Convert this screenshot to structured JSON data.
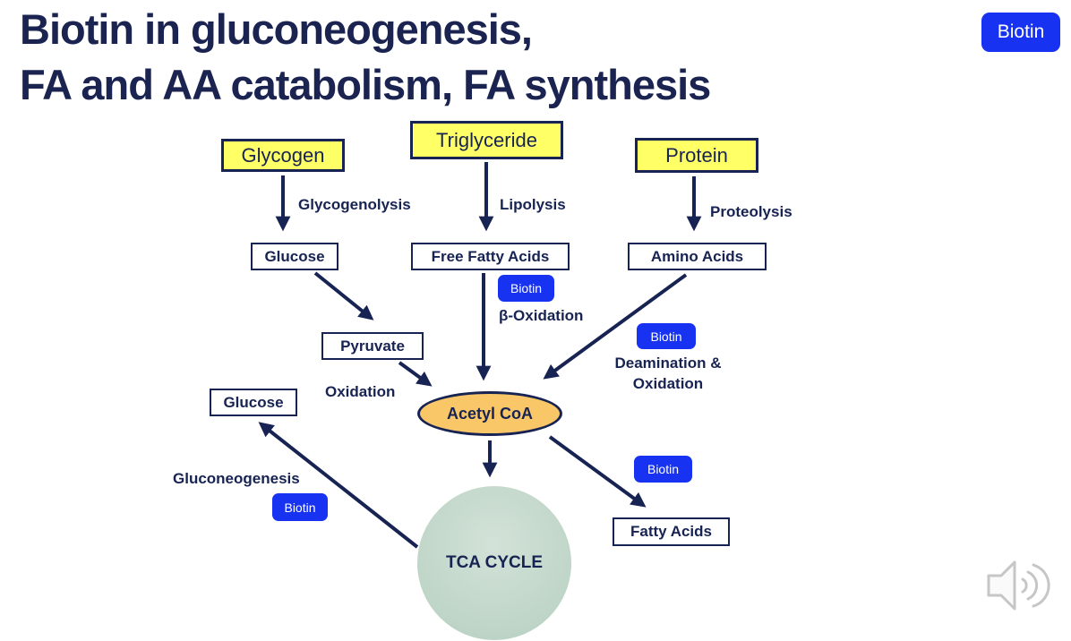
{
  "slide": {
    "title": {
      "line1": "Biotin in gluconeogenesis,",
      "line2": "FA and AA catabolism, FA synthesis"
    },
    "biotin_button_label": "Biotin"
  },
  "nodes": {
    "glycogen": "Glycogen",
    "triglyceride": "Triglyceride",
    "protein": "Protein",
    "glucose_top": "Glucose",
    "free_fatty_acids": "Free Fatty Acids",
    "amino_acids": "Amino Acids",
    "pyruvate": "Pyruvate",
    "glucose_bottom": "Glucose",
    "acetyl_coa": "Acetyl CoA",
    "tca_cycle": "TCA CYCLE",
    "fatty_acids": "Fatty Acids"
  },
  "process_labels": {
    "glycogenolysis": "Glycogenolysis",
    "lipolysis": "Lipolysis",
    "proteolysis": "Proteolysis",
    "beta_oxidation": "β-Oxidation",
    "deamination_line1": "Deamination &",
    "deamination_line2": "Oxidation",
    "oxidation": "Oxidation",
    "gluconeogenesis": "Gluconeogenesis"
  },
  "badges": [
    {
      "label": "Biotin"
    },
    {
      "label": "Biotin"
    },
    {
      "label": "Biotin"
    },
    {
      "label": "Biotin"
    }
  ],
  "icons": {
    "audio": "speaker-with-sound-waves"
  },
  "colors": {
    "navy": "#172352",
    "box_yellow": "#ffff66",
    "biotin_blue": "#1733f1",
    "acetyl_orange": "#f9c768",
    "tca_green": "#c3d8cb",
    "background": "#ffffff",
    "audio_gray": "#c6c6c6"
  }
}
